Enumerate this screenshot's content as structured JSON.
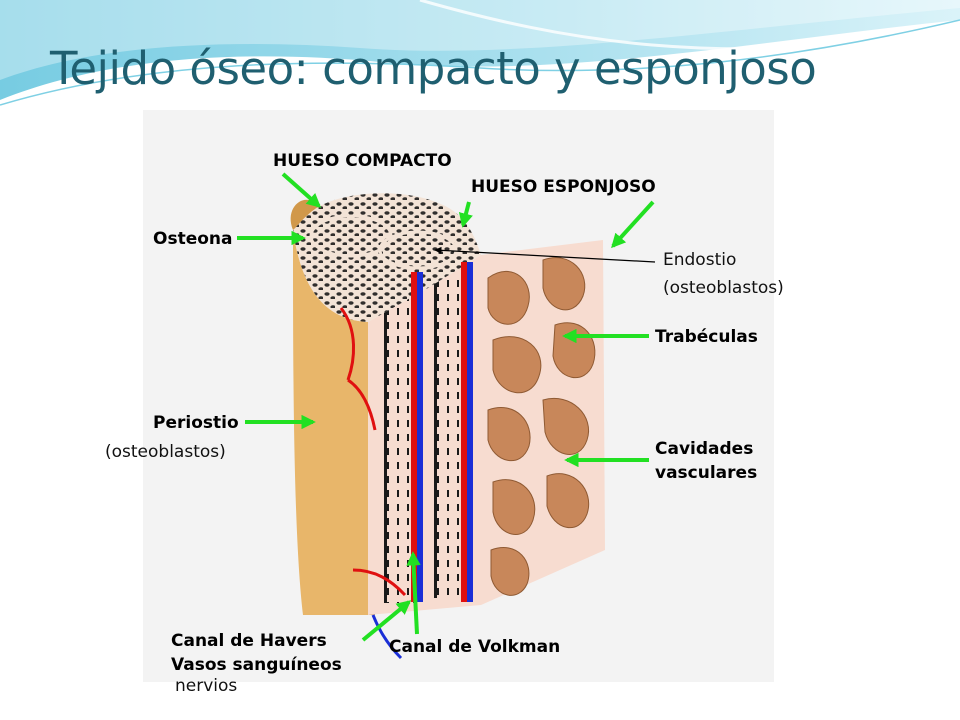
{
  "slide": {
    "title": "Tejido óseo: compacto y esponjoso"
  },
  "labels": {
    "hueso_compacto": "HUESO COMPACTO",
    "hueso_esponjoso": "HUESO ESPONJOSO",
    "osteona": "Osteona",
    "periostio": "Periostio",
    "trabeculas": "Trabéculas",
    "cavidades_line1": "Cavidades",
    "cavidades_line2": "vasculares",
    "canal_havers": "Canal de Havers",
    "vasos": "Vasos sanguíneos",
    "canal_volkman": "Canal de Volkman"
  },
  "notes": {
    "endostio_line1": "Endostio",
    "endostio_line2": "(osteoblastos)",
    "periostio_osteoblastos": "(osteoblastos)",
    "nervios": "nervios"
  },
  "colors": {
    "title": "#1f5f70",
    "arrow": "#22e022",
    "label": "#555555",
    "bone_outer": "#e8b66a",
    "bone_section": "#f7dcd0",
    "spongy": "#c8875a",
    "vessel_red": "#e01010",
    "vessel_blue": "#1a2ed6"
  }
}
